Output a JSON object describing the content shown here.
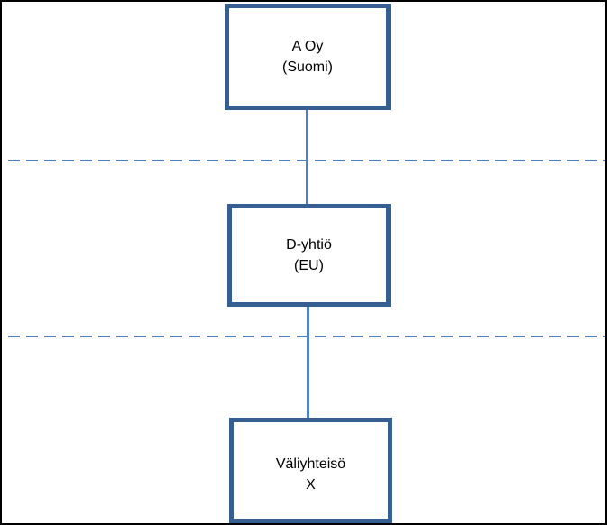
{
  "diagram": {
    "type": "org-structure-flowchart",
    "nodes": [
      {
        "id": "a-oy-suomi",
        "label_line1": "A Oy",
        "label_line2": "(Suomi)"
      },
      {
        "id": "d-yhtio-eu",
        "label_line1": "D-yhtiö",
        "label_line2": "(EU)"
      },
      {
        "id": "valiyhteiso-x",
        "label_line1": "Väliyhteisö",
        "label_line2": "X"
      }
    ],
    "connectors": [
      {
        "from": "a-oy-suomi",
        "to": "d-yhtio-eu"
      },
      {
        "from": "d-yhtio-eu",
        "to": "valiyhteiso-x"
      }
    ],
    "boundary_lines": 2,
    "colors": {
      "box_border": "#365F91",
      "box_fill": "#FFFFFF",
      "connector": "#4F81BD",
      "dashed_line": "#4F81BD",
      "text": "#000000",
      "frame": "#000000",
      "background": "#FFFFFF"
    }
  }
}
